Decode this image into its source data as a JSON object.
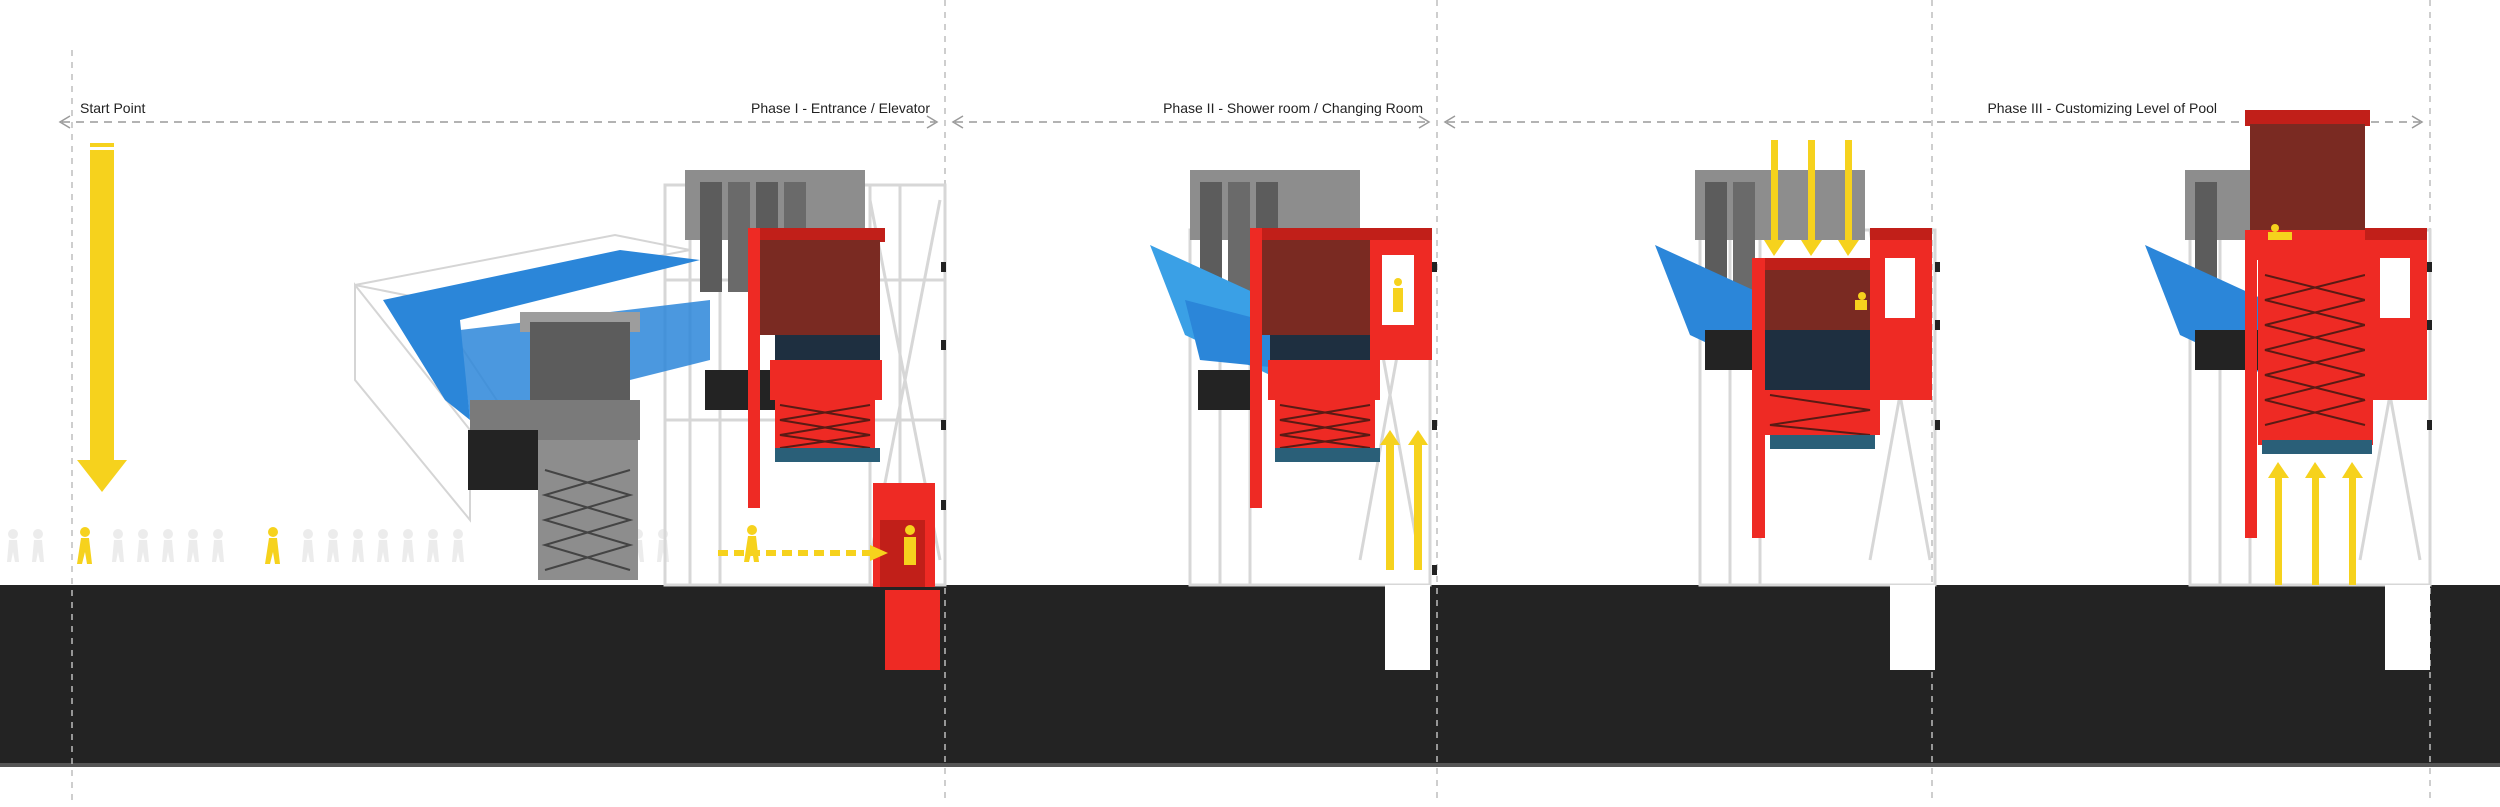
{
  "labels": {
    "start": "Start Point",
    "phase1": "Phase I - Entrance / Elevator",
    "phase2": "Phase II - Shower room / Changing Room",
    "phase3": "Phase III - Customizing Level of Pool"
  },
  "colors": {
    "ground": "#232323",
    "accent_red": "#ee2a24",
    "dark_red": "#7a2a22",
    "accent_blue": "#2b86d9",
    "light_blue": "#3aa0e6",
    "teal": "#2a5f78",
    "yellow": "#f6d21d",
    "grey_dark": "#5c5c5c",
    "grey_mid": "#8d8d8d",
    "grey_light": "#cfcfcf",
    "navy": "#1e2f40",
    "guide_line": "#bdbdbd"
  },
  "icons": {
    "start_arrow": "arrow-down-icon",
    "walking_person": "walking-person-icon",
    "elevator_arrow": "arrow-up-icon"
  }
}
